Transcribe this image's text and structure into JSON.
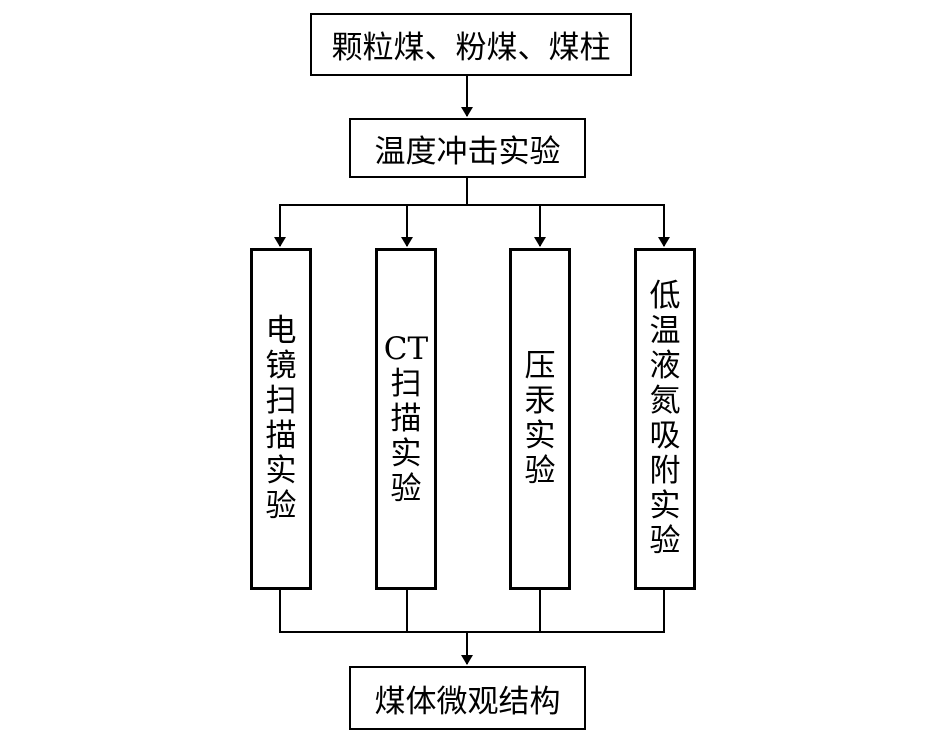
{
  "diagram": {
    "top_box": "颗粒煤、粉煤、煤柱",
    "second_box": "温度冲击实验",
    "experiments": [
      {
        "lines": [
          "电",
          "镜",
          "扫",
          "描",
          "实",
          "验"
        ]
      },
      {
        "lines": [
          "CT",
          "扫",
          "描",
          "实",
          "验"
        ]
      },
      {
        "lines": [
          "压",
          "汞",
          "实",
          "验"
        ]
      },
      {
        "lines": [
          "低",
          "温",
          "液",
          "氮",
          "吸",
          "附",
          "实",
          "验"
        ]
      }
    ],
    "bottom_box": "煤体微观结构"
  }
}
